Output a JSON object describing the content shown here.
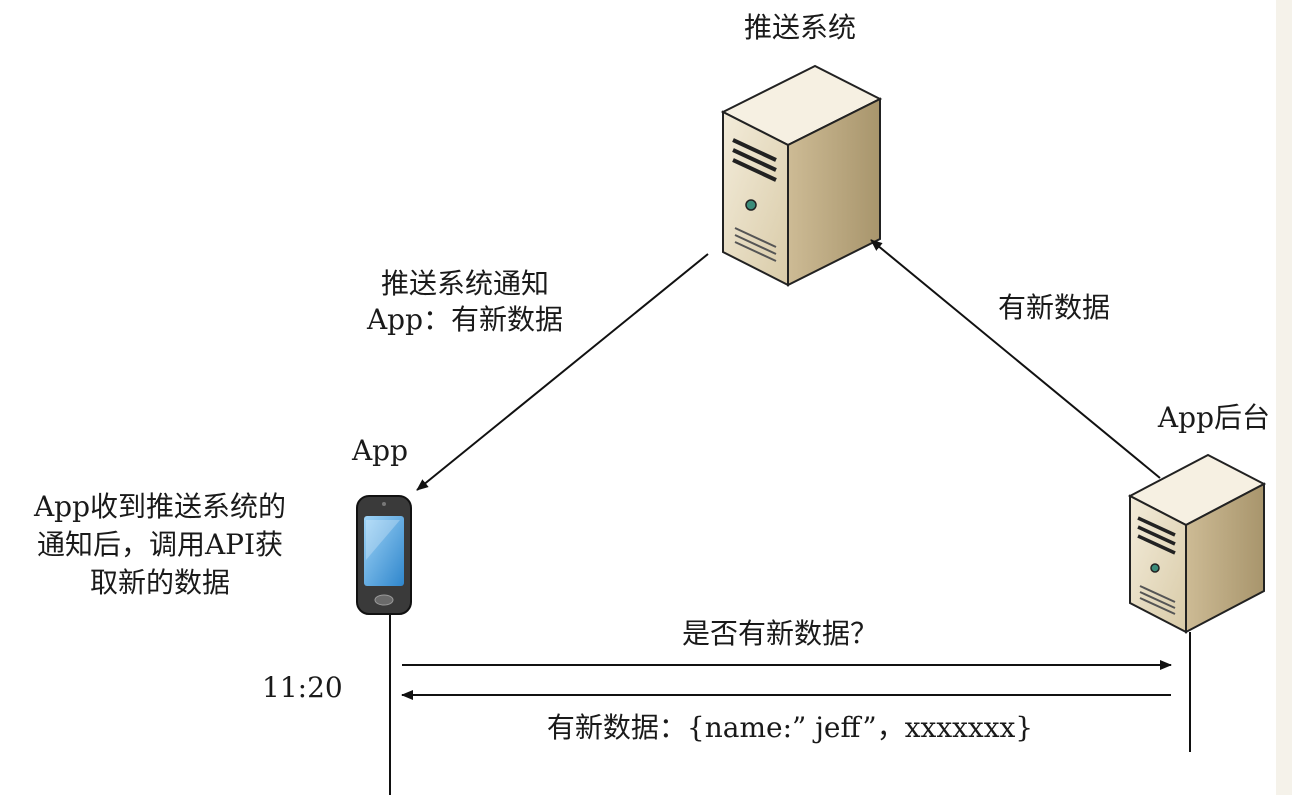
{
  "push_system": {
    "title": "推送系统"
  },
  "app_backend": {
    "title": "App后台"
  },
  "app": {
    "title": "App"
  },
  "edges": {
    "push_to_app": [
      "推送系统通知",
      "App：有新数据"
    ],
    "backend_to_push": "有新数据"
  },
  "app_note": [
    "App收到推送系统的",
    "通知后，调用API获",
    "取新的数据"
  ],
  "sequence": {
    "time": "11:20",
    "request": "是否有新数据？",
    "response": "有新数据：{name:” jeff”，xxxxxxx}"
  },
  "colors": {
    "server_body": "#e6dcc4",
    "server_side": "#bfae8a",
    "phone_screen": "#4da6e6",
    "arrow": "#111111"
  }
}
